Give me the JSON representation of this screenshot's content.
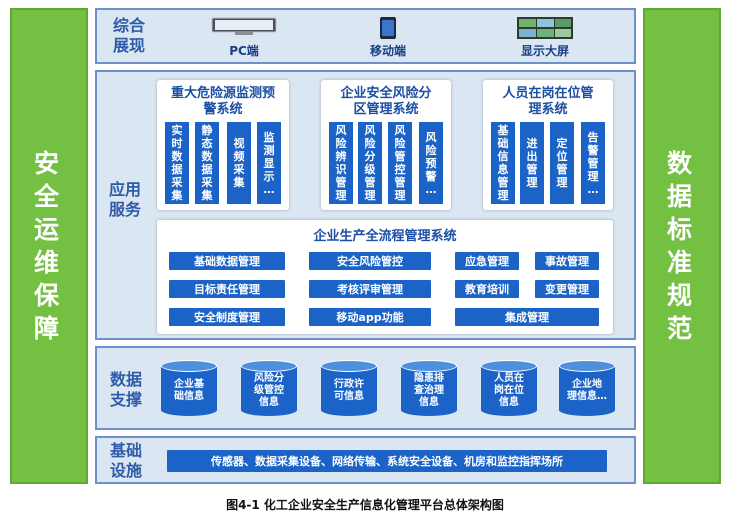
{
  "left_bar": {
    "text": "安全运维保障"
  },
  "right_bar": {
    "text": "数据标准规范"
  },
  "top": {
    "label": "综合\n展现",
    "devices": [
      {
        "icon": "monitor-icon",
        "label": "PC端"
      },
      {
        "icon": "tablet-icon",
        "label": "移动端"
      },
      {
        "icon": "video-wall-icon",
        "label": "显示大屏"
      }
    ]
  },
  "app": {
    "label": "应用\n服务",
    "systems": [
      {
        "title": "重大危险源监测预\n警系统",
        "modules": [
          "实\n时\n数\n据\n采\n集",
          "静\n态\n数\n据\n采\n集",
          "视\n频\n采\n集",
          "监\n测\n显\n示\n…"
        ]
      },
      {
        "title": "企业安全风险分\n区管理系统",
        "modules": [
          "风\n险\n辨\n识\n管\n理",
          "风\n险\n分\n级\n管\n理",
          "风\n险\n管\n控\n管\n理",
          "风\n险\n预\n警\n…"
        ]
      },
      {
        "title": "人员在岗在位管\n理系统",
        "modules": [
          "基\n础\n信\n息\n管\n理",
          "进\n出\n管\n理",
          "定\n位\n管\n理",
          "告\n警\n管\n理\n…"
        ]
      }
    ],
    "process": {
      "title": "企业生产全流程管理系统",
      "items": [
        "基础数据管理",
        "安全风险管控",
        "应急管理",
        "事故管理",
        "目标责任管理",
        "考核评审管理",
        "教育培训",
        "变更管理",
        "安全制度管理",
        "移动app功能",
        "集成管理"
      ]
    }
  },
  "data_support": {
    "label": "数据\n支撑",
    "items": [
      "企业基\n础信息",
      "风险分\n级管控\n信息",
      "行政许\n可信息",
      "隐患排\n查治理\n信息",
      "人员在\n岗在位\n信息",
      "企业地\n理信息…"
    ]
  },
  "infra": {
    "label": "基础\n设施",
    "text": "传感器、数据采集设备、网络传输、系统安全设备、机房和监控指挥场所"
  },
  "caption": "图4-1 化工企业安全生产信息化管理平台总体架构图"
}
